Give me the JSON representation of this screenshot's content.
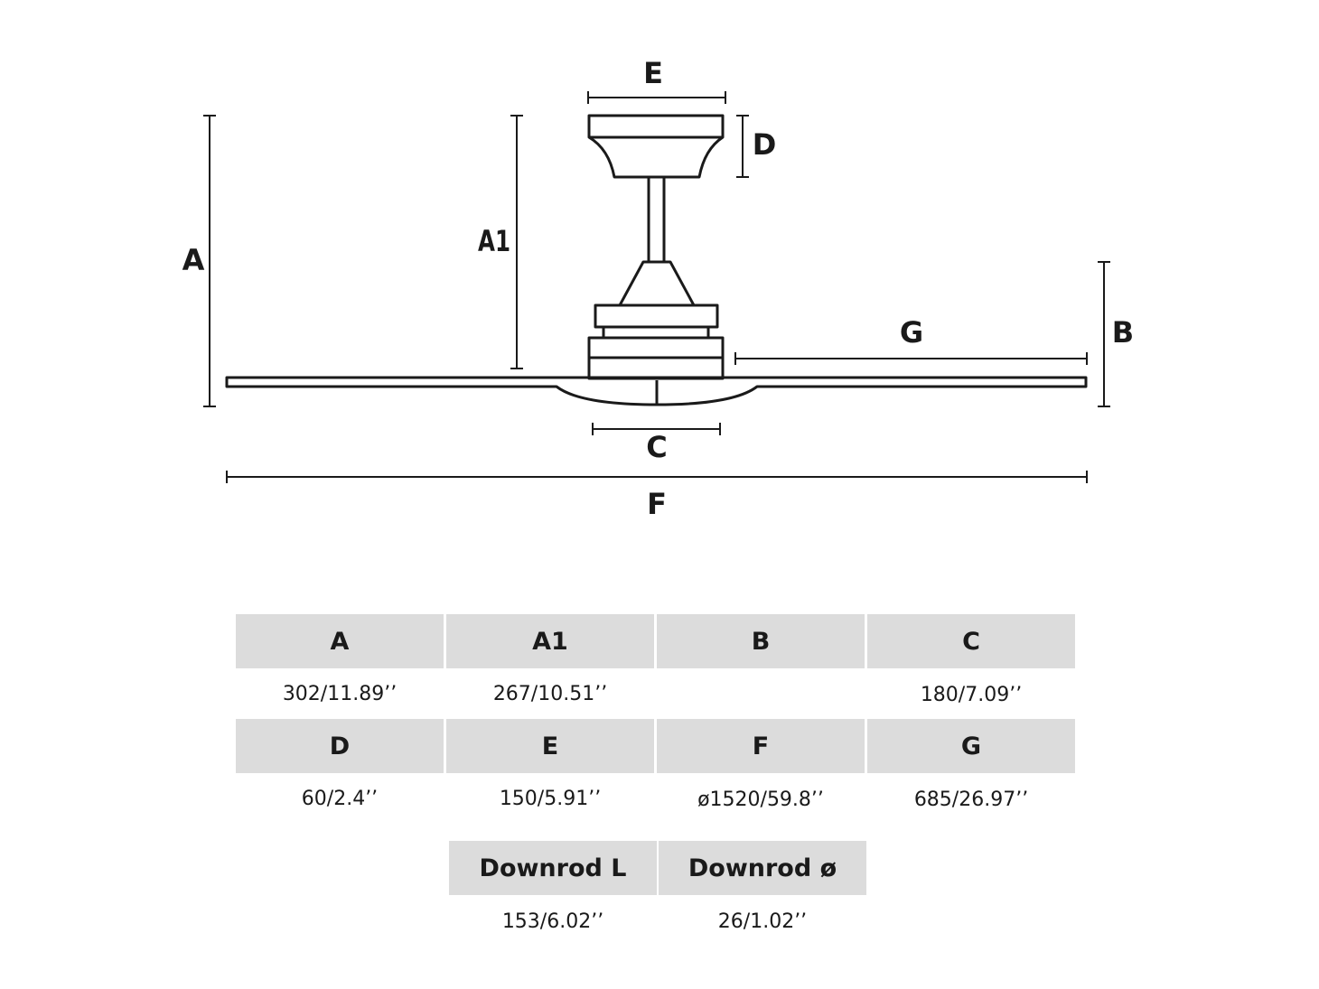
{
  "diagram": {
    "labels": {
      "A": "A",
      "A1": "A1",
      "B": "B",
      "C": "C",
      "D": "D",
      "E": "E",
      "F": "F",
      "G": "G"
    }
  },
  "table": {
    "rows": [
      {
        "headers": [
          "A",
          "A1",
          "B",
          "C"
        ],
        "values": [
          "302/11.89’’",
          "267/10.51’’",
          "",
          "180/7.09’’"
        ]
      },
      {
        "headers": [
          "D",
          "E",
          "F",
          "G"
        ],
        "values": [
          "60/2.4’’",
          "150/5.91’’",
          "ø1520/59.8’’",
          "685/26.97’’"
        ]
      },
      {
        "headers": [
          "Downrod L",
          "Downrod ø"
        ],
        "values": [
          "153/6.02’’",
          "26/1.02’’"
        ]
      }
    ]
  }
}
